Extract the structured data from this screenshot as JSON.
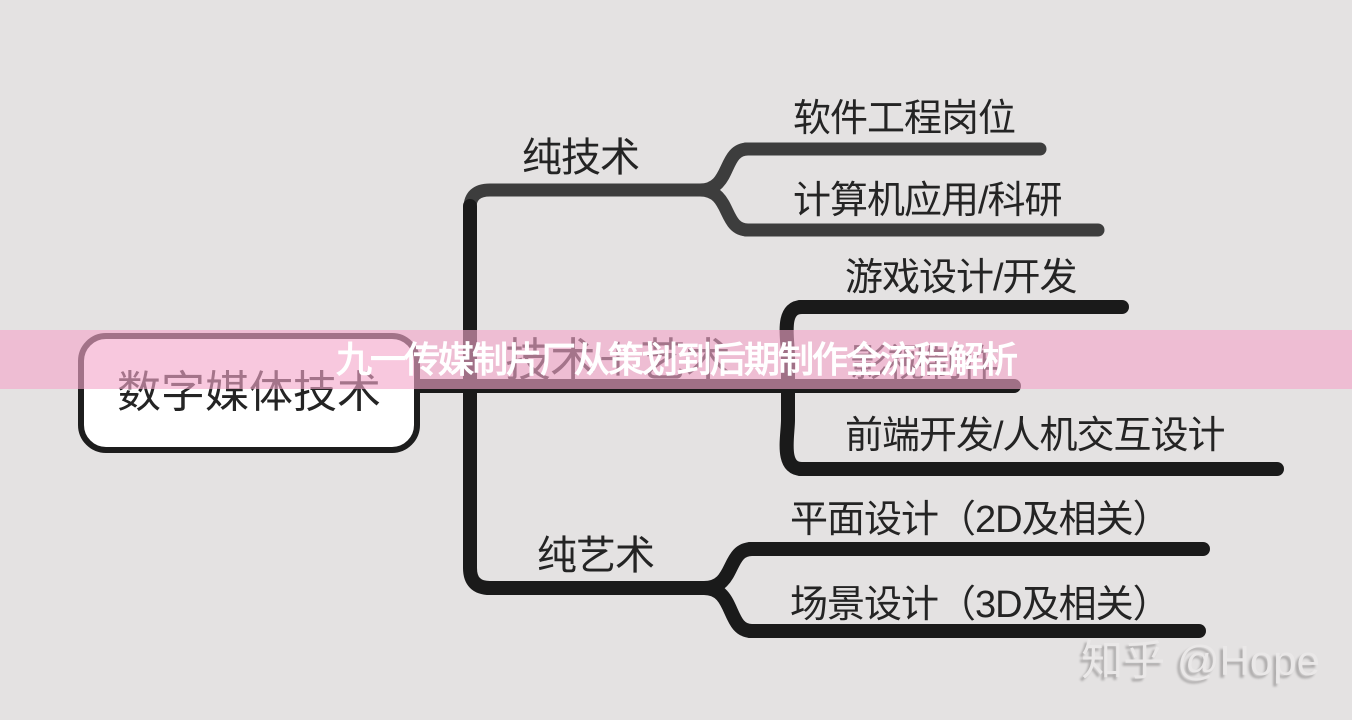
{
  "banner": {
    "text": "九一传媒制片厂从策划到后期制作全流程解析",
    "overlay_color": "#f3a7ca"
  },
  "watermark": {
    "text": "知乎 @Hope"
  },
  "mindmap": {
    "root": {
      "label": "数字媒体技术"
    },
    "branches": [
      {
        "label": "纯技术",
        "color": "#3d3d3d",
        "children": [
          {
            "label": "软件工程岗位"
          },
          {
            "label": "计算机应用/科研"
          }
        ]
      },
      {
        "label": "技术＋艺术",
        "color": "#1a1a1a",
        "children": [
          {
            "label": "游戏设计/开发"
          },
          {
            "label": "影视制作"
          },
          {
            "label": "前端开发/人机交互设计"
          }
        ]
      },
      {
        "label": "纯艺术",
        "color": "#1a1a1a",
        "children": [
          {
            "label": "平面设计（2D及相关）"
          },
          {
            "label": "场景设计（3D及相关）"
          }
        ]
      }
    ]
  },
  "colors": {
    "background": "#e4e2e2",
    "line_dark": "#1a1a1a",
    "line_gray": "#3d3d3d",
    "text": "#242424",
    "root_fill": "#ffffff"
  }
}
